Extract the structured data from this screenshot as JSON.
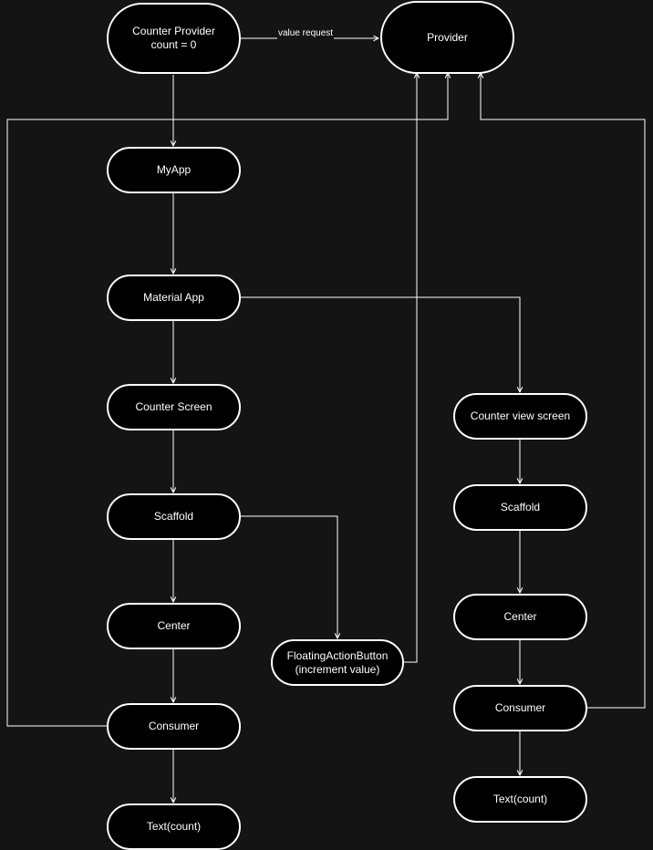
{
  "colors": {
    "background": "#141414",
    "node_fill": "#000000",
    "stroke": "#ffffff",
    "text": "#ffffff"
  },
  "nodes": {
    "counter_provider": {
      "line1": "Counter Provider",
      "line2": "count = 0"
    },
    "provider": "Provider",
    "myapp": "MyApp",
    "material_app": "Material App",
    "counter_screen": "Counter Screen",
    "scaffold_left": "Scaffold",
    "center_left": "Center",
    "consumer_left": "Consumer",
    "text_count_left": "Text(count)",
    "fab": {
      "line1": "FloatingActionButton",
      "line2": "(increment value)"
    },
    "counter_view_screen": "Counter view screen",
    "scaffold_right": "Scaffold",
    "center_right": "Center",
    "consumer_right": "Consumer",
    "text_count_right": "Text(count)"
  },
  "edges": {
    "value_request_label": "value request"
  }
}
